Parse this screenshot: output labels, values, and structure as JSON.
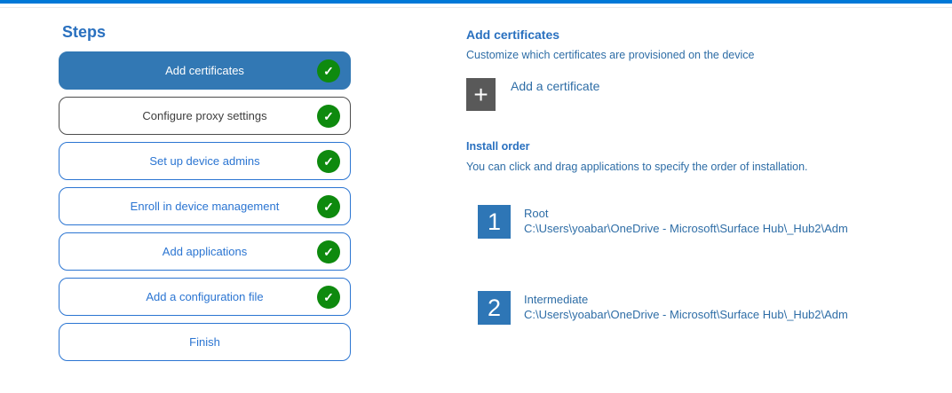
{
  "colors": {
    "accent_bar": "#0078d7",
    "heading_blue": "#2970bf",
    "body_blue": "#2e6da6",
    "step_blue": "#2b75d2",
    "active_step_bg": "#3278b4",
    "active_step_text": "#ffffff",
    "neutral_border": "#4d4d4d",
    "neutral_text": "#3d3d3d",
    "success_green": "#0e8a0e",
    "tile_gray": "#595959",
    "tile_blue": "#2e76b6"
  },
  "icons": {
    "plus_icon": "+",
    "check_icon": "✓"
  },
  "steps_panel": {
    "title": "Steps",
    "items": [
      {
        "label": "Add certificates",
        "completed": true,
        "active": true
      },
      {
        "label": "Configure proxy settings",
        "completed": true
      },
      {
        "label": "Set up device admins",
        "completed": true
      },
      {
        "label": "Enroll in device management",
        "completed": true
      },
      {
        "label": "Add applications",
        "completed": true
      },
      {
        "label": "Add a configuration file",
        "completed": true
      },
      {
        "label": "Finish",
        "completed": false
      }
    ]
  },
  "content": {
    "title": "Add certificates",
    "subtitle": "Customize which certificates are provisioned on the device",
    "add_button_label": "Add a certificate",
    "install_order": {
      "title": "Install order",
      "description": "You can click and drag applications to specify the order of installation.",
      "items": [
        {
          "order": "1",
          "name": "Root",
          "path": "C:\\Users\\yoabar\\OneDrive - Microsoft\\Surface Hub\\_Hub2\\Adm"
        },
        {
          "order": "2",
          "name": "Intermediate",
          "path": "C:\\Users\\yoabar\\OneDrive - Microsoft\\Surface Hub\\_Hub2\\Adm"
        }
      ]
    }
  }
}
